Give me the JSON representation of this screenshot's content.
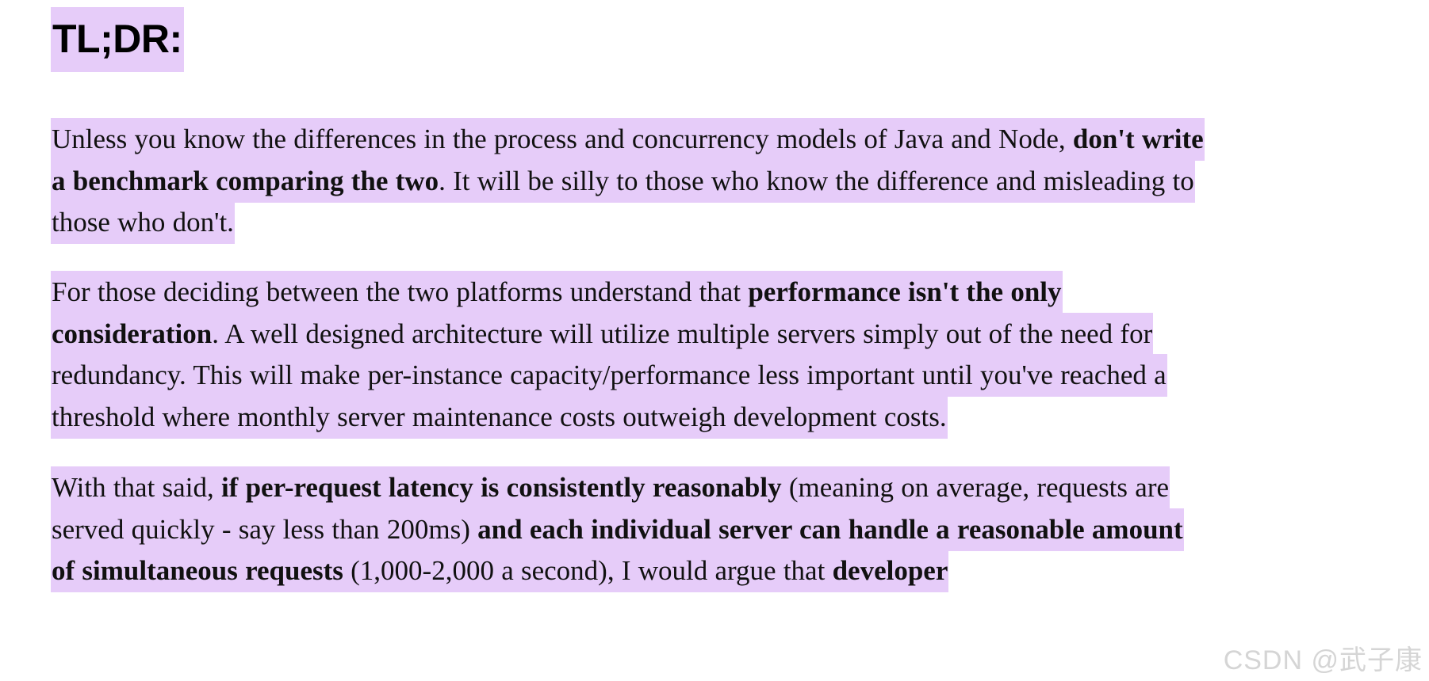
{
  "document": {
    "heading": {
      "text": "TL;DR:",
      "highlight_color": "#e6ccf9"
    },
    "paragraphs": [
      {
        "id": "p1",
        "runs": [
          {
            "text": "Unless you know the differences in the process and concurrency models of Java and Node, ",
            "bold": false
          },
          {
            "text": "don't write a benchmark comparing the two",
            "bold": true
          },
          {
            "text": ". It will be silly to those who know the difference and misleading to those who don't.",
            "bold": false
          }
        ]
      },
      {
        "id": "p2",
        "runs": [
          {
            "text": "For those deciding between the two platforms understand that ",
            "bold": false
          },
          {
            "text": "performance isn't the only consideration",
            "bold": true
          },
          {
            "text": ". A well designed architecture will utilize multiple servers simply out of the need for redundancy. This will make per-instance capacity/performance less important until you've reached a threshold where monthly server maintenance costs outweigh development costs.",
            "bold": false
          }
        ]
      },
      {
        "id": "p3",
        "runs": [
          {
            "text": "With that said, ",
            "bold": false
          },
          {
            "text": "if per-request latency is consistently reasonably",
            "bold": true
          },
          {
            "text": " (meaning on average, requests are served quickly - say less than 200ms) ",
            "bold": false
          },
          {
            "text": "and each individual server can handle a reasonable amount of simultaneous requests",
            "bold": true
          },
          {
            "text": " (1,000-2,000 a second), I would argue that ",
            "bold": false
          },
          {
            "text": "developer",
            "bold": true
          }
        ]
      }
    ],
    "watermark": {
      "text": "CSDN @武子康",
      "color": "#d5d5d5"
    },
    "colors": {
      "background": "#ffffff",
      "text": "#111111",
      "highlight": "#e6ccf9",
      "watermark": "#d5d5d5"
    }
  }
}
